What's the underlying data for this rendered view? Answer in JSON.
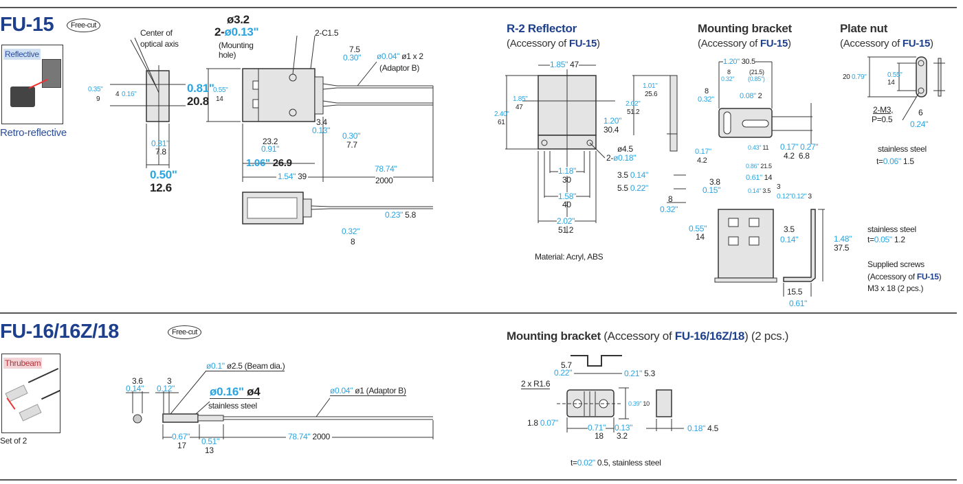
{
  "fu15": {
    "title": "FU-15",
    "badge": "Free-cut",
    "photo_tag": "Reflective",
    "caption": "Retro-reflective",
    "center1": "Center of",
    "center2": "optical axis",
    "d035": "0.35\"",
    "d9": "9",
    "d4": "4",
    "d016": "0.16\"",
    "d031": "0.31\"",
    "d78": "7.8",
    "d050": "0.50\"",
    "d126": "12.6",
    "d081": "0.81\"",
    "d208": "20.8",
    "d055": "0.55\"",
    "d14": "14",
    "hole1": "ø3.2",
    "hole2a": "2-",
    "hole2b": "ø0.13\"",
    "hole3": "(Mounting",
    "hole4": "hole)",
    "c15": "2-C1.5",
    "d75": "7.5",
    "d030a": "0.30\"",
    "fib_b": "ø0.04\"",
    "fib_k": "ø1 x 2",
    "adaptor": "(Adaptor B)",
    "d34": "3.4",
    "d013": "0.13\"",
    "d030b": "0.30\"",
    "d77": "7.7",
    "d232": "23.2",
    "d091": "0.91\"",
    "d106": "1.06\"",
    "d269": "26.9",
    "d154": "1.54\"",
    "d39": "39",
    "d7874": "78.74\"",
    "d2000": "2000",
    "d023": "0.23\"",
    "d58": "5.8",
    "d032": "0.32\"",
    "d8": "8"
  },
  "r2": {
    "title": "R-2 Reflector",
    "acc_pre": "(Accessory of ",
    "acc_model": "FU-15",
    "acc_post": ")",
    "w_b": "1.85\"",
    "w_k": "47",
    "h185": "1.85\"",
    "h47": "47",
    "h240": "2.40\"",
    "h61": "61",
    "d120": "1.20\"",
    "d304": "30.4",
    "d101": "1.01\"",
    "d256": "25.6",
    "d202": "2.02\"",
    "d512": "51.2",
    "d45": "ø4.5",
    "d018a": "2-",
    "d018b": "ø0.18\"",
    "d118": "1.18\"",
    "d30": "30",
    "d35k": "3.5",
    "d014": "0.14\"",
    "d55k": "5.5",
    "d022": "0.22\"",
    "d8": "8",
    "d032": "0.32\"",
    "d158": "1.58\"",
    "d40": "40",
    "d202b": "2.02\"",
    "d512b": "51.2",
    "material": "Material: Acryl, ABS"
  },
  "bracket15": {
    "title": "Mounting bracket",
    "acc_pre": "(Accessory of ",
    "acc_model": "FU-15",
    "acc_post": ")",
    "w_b": "1.20\"",
    "w_k": "30.5",
    "d8a": "8",
    "d032a": "0.32\"",
    "d215": "(21.5)",
    "d085": "(0.85\")",
    "d8b": "8",
    "d032b": "0.32\"",
    "d008": "0.08\"",
    "d2": "2",
    "d017": "0.17\"",
    "d42": "4.2",
    "d043": "0.43\"",
    "d11": "11",
    "d017b": "0.17\"",
    "d027": "0.27\"",
    "d42b": "4.2",
    "d68": "6.8",
    "d086": "0.86\"",
    "d215b": "21.5",
    "d061": "0.61\"",
    "d14": "14",
    "d014": "0.14\"",
    "d35": "3.5",
    "d38": "3.8",
    "d015": "0.15\"",
    "d3": "3",
    "d012a": "0.12\"",
    "d012b": "0.12\"",
    "d3b": "3",
    "d055": "0.55\"",
    "d14b": "14",
    "d35b": "3.5",
    "d014b": "0.14\"",
    "d148": "1.48\"",
    "d375": "37.5",
    "d155": "15.5",
    "d061b": "0.61\""
  },
  "platenut": {
    "title": "Plate nut",
    "acc_pre": "(Accessory of ",
    "acc_model": "FU-15",
    "acc_post": ")",
    "d20": "20",
    "d079": "0.79\"",
    "d055": "0.55\"",
    "d14": "14",
    "m3": "2-M3,",
    "p05": "P=0.5",
    "d6": "6",
    "d024": "0.24\"",
    "mat1": "stainless steel",
    "t1a": "t=",
    "t1b": "0.06\"",
    "t1c": "1.5",
    "mat2": "stainless steel",
    "t2a": "t=",
    "t2b": "0.05\"",
    "t2c": "1.2",
    "screws1": "Supplied screws",
    "screws2_pre": "(Accessory of ",
    "screws2_model": "FU-15",
    "screws2_post": ")",
    "screws3": "M3 x 18 (2 pcs.)"
  },
  "fu16": {
    "title": "FU-16/16Z/18",
    "badge": "Free-cut",
    "photo_tag": "Thrubeam",
    "caption": "Set of 2",
    "d36": "3.6",
    "d014": "0.14\"",
    "d3": "3",
    "d012": "0.12\"",
    "beam_b": "ø0.1\"",
    "beam_k": "ø2.5 (Beam dia.)",
    "dia_b": "ø0.16\"",
    "dia_k": "ø4",
    "steel": "stainless steel",
    "fib_b": "ø0.04\"",
    "fib_k": "ø1 (Adaptor B)",
    "d067": "0.67\"",
    "d17": "17",
    "d051": "0.51\"",
    "d13": "13",
    "d7874": "78.74\"",
    "d2000": "2000"
  },
  "bracket16": {
    "title": "Mounting bracket",
    "acc_pre": " (Accessory of ",
    "acc_model": "FU-16/16Z/18",
    "acc_post": ") (2 pcs.)",
    "d57": "5.7",
    "d022": "0.22\"",
    "d021": "0.21\"",
    "d53": "5.3",
    "r16": "2 x R1.6",
    "d039": "0.39\"",
    "d10": "10",
    "d18": "1.8",
    "d007": "0.07\"",
    "d071": "0.71\"",
    "d18b": "18",
    "d013": "0.13\"",
    "d32": "3.2",
    "d018": "0.18\"",
    "d45": "4.5",
    "t_a": "t=",
    "t_b": "0.02\"",
    "t_c": "0.5, stainless steel"
  },
  "colors": {
    "title_blue": "#1d3f8c",
    "inch_blue": "#2aa4e0",
    "part_fill": "#e4e4e4"
  }
}
